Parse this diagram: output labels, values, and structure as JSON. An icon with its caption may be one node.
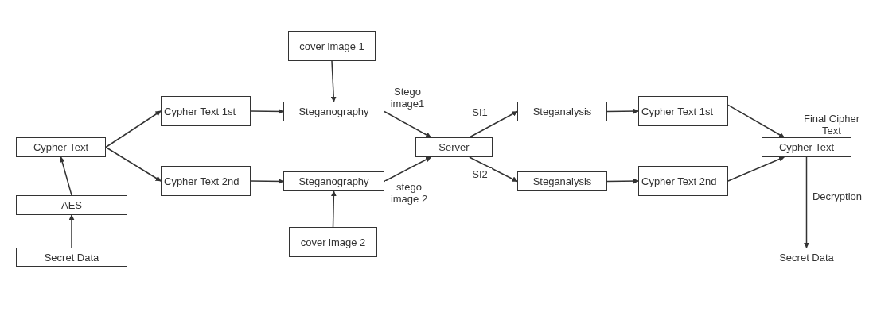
{
  "diagram": {
    "nodes": [
      {
        "text": [
          "Secret Data"
        ]
      },
      {
        "text": [
          "AES"
        ]
      },
      {
        "text": [
          "Cypher Text"
        ]
      },
      {
        "text": [
          "Cypher Text 1st"
        ]
      },
      {
        "text": [
          "Cypher Text 2nd"
        ]
      },
      {
        "text": [
          "cover image 1"
        ]
      },
      {
        "text": [
          "Steganography"
        ]
      },
      {
        "text": [
          "Steganography"
        ]
      },
      {
        "text": [
          "cover image 2"
        ]
      },
      {
        "text": [
          "Server"
        ]
      },
      {
        "text": [
          "Steganalysis"
        ]
      },
      {
        "text": [
          "Steganalysis"
        ]
      },
      {
        "text": [
          "Cypher Text 1st"
        ]
      },
      {
        "text": [
          "Cypher Text 2nd"
        ]
      },
      {
        "text": [
          "Cypher Text"
        ],
        "beside": [
          "Final Cipher Text"
        ]
      },
      {
        "text": [
          "Secret Data"
        ]
      }
    ],
    "edges": [
      {
        "from": 0,
        "to": 1,
        "arrow": "to"
      },
      {
        "from": 1,
        "to": 2,
        "arrow": "to"
      },
      {
        "from": 2,
        "to": 3,
        "arrow": "to"
      },
      {
        "from": 2,
        "to": 4,
        "arrow": "to"
      },
      {
        "from": 3,
        "to": 6,
        "arrow": "to"
      },
      {
        "from": 4,
        "to": 7,
        "arrow": "to"
      },
      {
        "from": 5,
        "to": 6,
        "arrow": "to"
      },
      {
        "from": 8,
        "to": 7,
        "arrow": "to"
      },
      {
        "from": 6,
        "to": 9,
        "label": "Stego image1",
        "arrow": "to"
      },
      {
        "from": 7,
        "to": 9,
        "label": "stego image 2",
        "arrow": "to"
      },
      {
        "from": 9,
        "to": 10,
        "label": "SI1",
        "arrow": "to"
      },
      {
        "from": 9,
        "to": 11,
        "label": "SI2",
        "arrow": "to"
      },
      {
        "from": 10,
        "to": 12,
        "arrow": "to"
      },
      {
        "from": 11,
        "to": 13,
        "arrow": "to"
      },
      {
        "from": 12,
        "to": 14,
        "arrow": "to"
      },
      {
        "from": 13,
        "to": 14,
        "arrow": "to"
      },
      {
        "from": 14,
        "to": 15,
        "label": "Decryption",
        "arrow": "to"
      }
    ]
  }
}
